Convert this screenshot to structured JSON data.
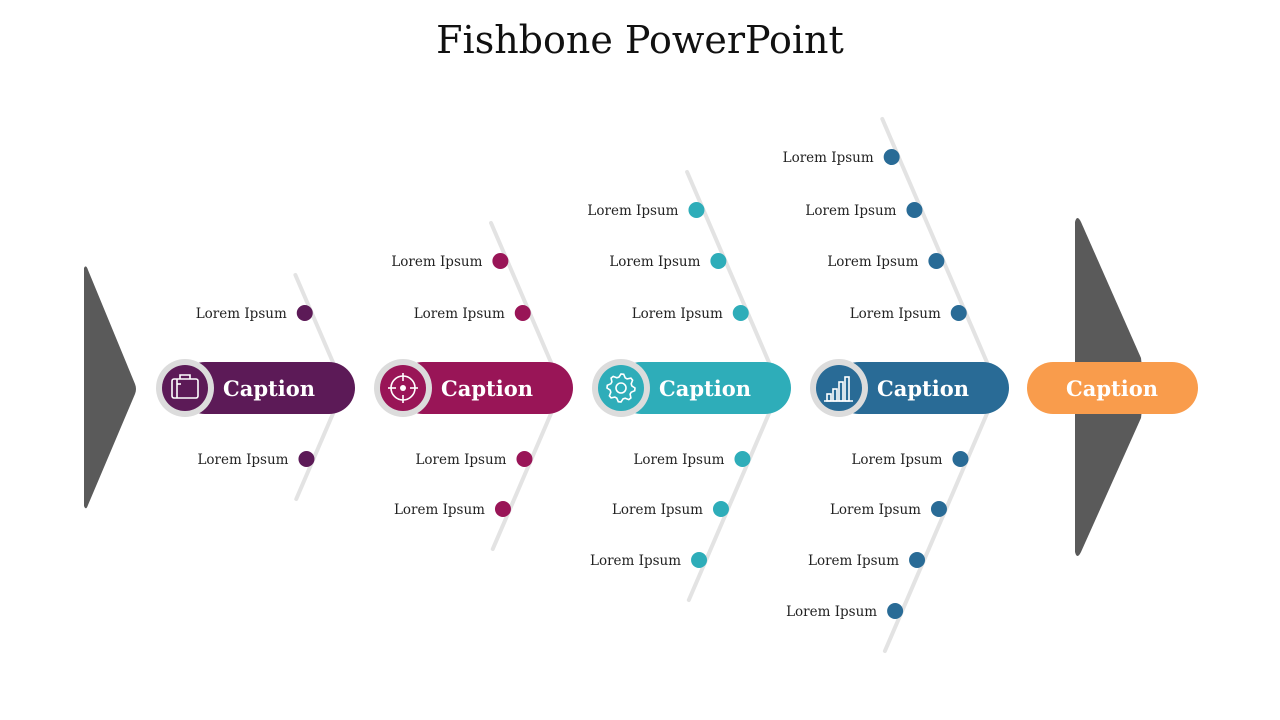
{
  "title": "Fishbone PowerPoint",
  "colors": {
    "tail": "#5a5a5a",
    "bone": "#e3e3e3",
    "purple": "#5c1a57",
    "magenta": "#991557",
    "teal": "#2eadb9",
    "blue": "#296b96",
    "orange": "#f99c4c"
  },
  "bones": [
    {
      "caption": "Caption",
      "color": "#5c1a57",
      "icon": "briefcase-icon",
      "upper_labels": [
        "Lorem Ipsum"
      ],
      "lower_labels": [
        "Lorem Ipsum"
      ]
    },
    {
      "caption": "Caption",
      "color": "#991557",
      "icon": "target-icon",
      "upper_labels": [
        "Lorem Ipsum",
        "Lorem Ipsum"
      ],
      "lower_labels": [
        "Lorem Ipsum",
        "Lorem Ipsum"
      ]
    },
    {
      "caption": "Caption",
      "color": "#2eadb9",
      "icon": "gear-icon",
      "upper_labels": [
        "Lorem Ipsum",
        "Lorem Ipsum",
        "Lorem Ipsum"
      ],
      "lower_labels": [
        "Lorem Ipsum",
        "Lorem Ipsum",
        "Lorem Ipsum"
      ]
    },
    {
      "caption": "Caption",
      "color": "#296b96",
      "icon": "bar-chart-icon",
      "upper_labels": [
        "Lorem Ipsum",
        "Lorem Ipsum",
        "Lorem Ipsum",
        "Lorem Ipsum"
      ],
      "lower_labels": [
        "Lorem Ipsum",
        "Lorem Ipsum",
        "Lorem Ipsum",
        "Lorem Ipsum"
      ]
    }
  ],
  "head": {
    "caption": "Caption",
    "color": "#f99c4c"
  }
}
